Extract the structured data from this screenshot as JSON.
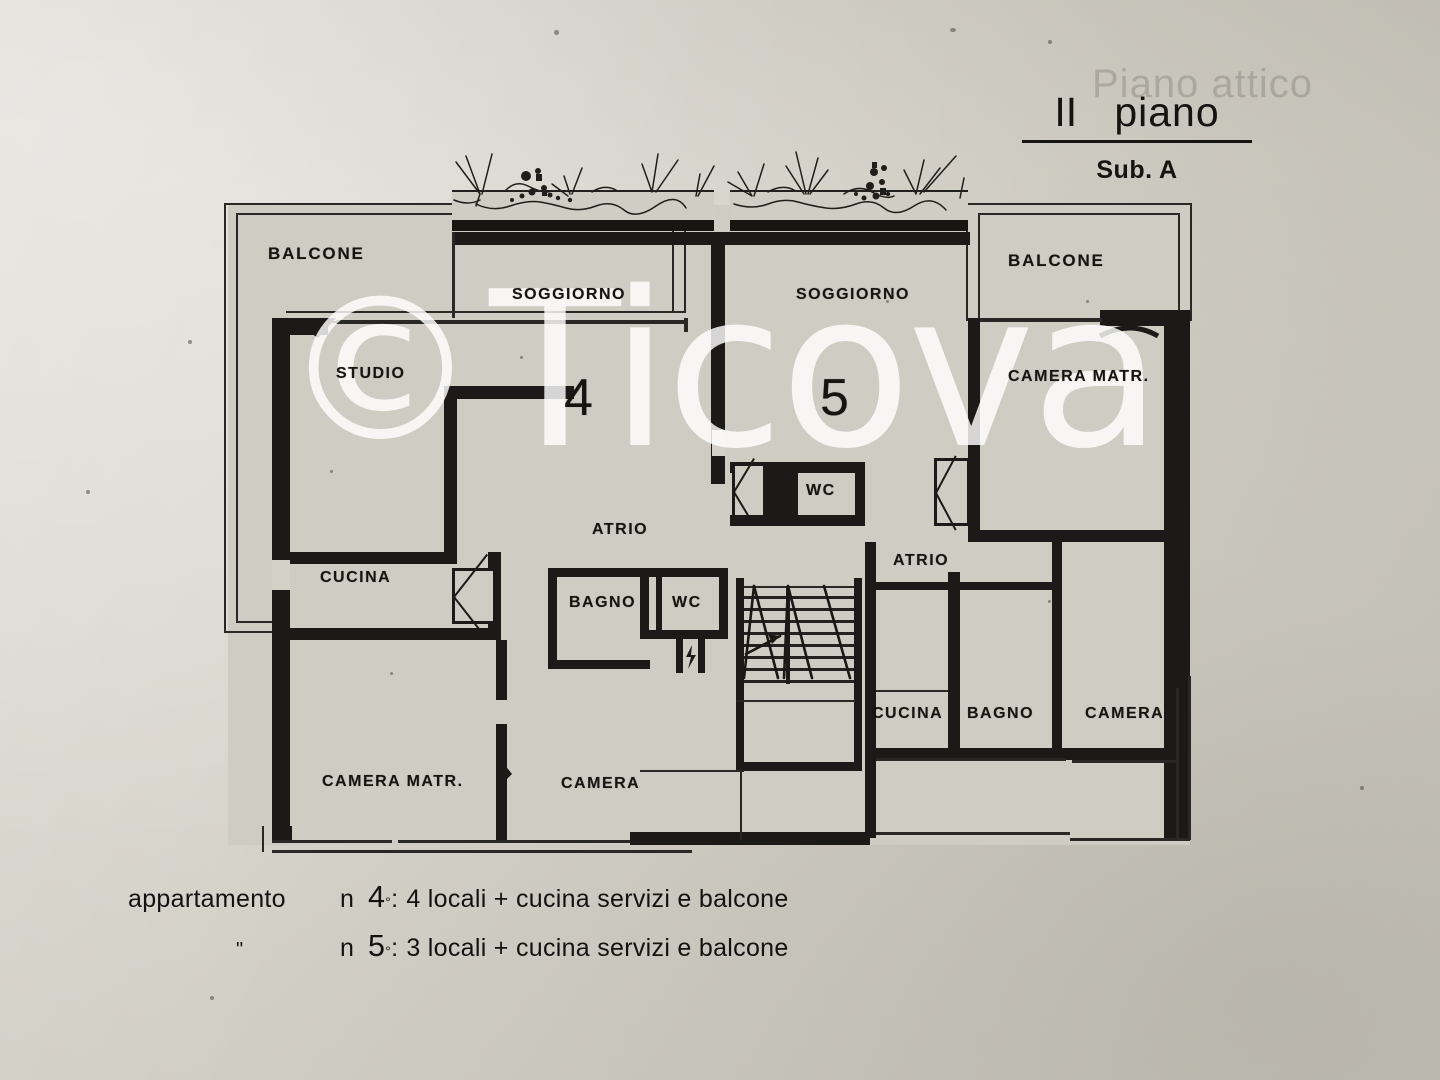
{
  "title": {
    "floor": "II piano",
    "floor_roman": "II",
    "floor_word": "piano",
    "sub": "Sub. A",
    "ghost": "Piano attico"
  },
  "watermark": {
    "copyright_symbol": "©",
    "brand": "Ticova"
  },
  "caption": {
    "lines": [
      {
        "lead": "appartamento",
        "unit_label": "n",
        "unit_number": "4",
        "unit_ordinal": "°",
        "separator": ":",
        "description": "4 locali + cucina  servizi  e  balcone"
      },
      {
        "lead": "\"",
        "unit_label": "n",
        "unit_number": "5",
        "unit_ordinal": "°",
        "separator": ":",
        "description": "3 locali + cucina  servizi  e  balcone"
      }
    ]
  },
  "apartments": [
    {
      "id": "apt-4",
      "number": "4"
    },
    {
      "id": "apt-5",
      "number": "5"
    }
  ],
  "rooms": [
    {
      "id": "balcone-left",
      "label": "BALCONE"
    },
    {
      "id": "studio",
      "label": "STUDIO"
    },
    {
      "id": "cucina-left",
      "label": "CUCINA"
    },
    {
      "id": "camera-matr-left",
      "label": "CAMERA  MATR."
    },
    {
      "id": "camera-left",
      "label": "CAMERA"
    },
    {
      "id": "soggiorno-4",
      "label": "SOGGIORNO"
    },
    {
      "id": "atrio-4",
      "label": "ATRIO"
    },
    {
      "id": "bagno-4",
      "label": "BAGNO"
    },
    {
      "id": "wc-4",
      "label": "WC"
    },
    {
      "id": "soggiorno-5",
      "label": "SOGGIORNO"
    },
    {
      "id": "wc-5",
      "label": "WC"
    },
    {
      "id": "atrio-5",
      "label": "ATRIO"
    },
    {
      "id": "balcone-right",
      "label": "BALCONE"
    },
    {
      "id": "camera-matr-right",
      "label": "CAMERA  MATR."
    },
    {
      "id": "cucina-right",
      "label": "CUCINA"
    },
    {
      "id": "bagno-right",
      "label": "BAGNO"
    },
    {
      "id": "camera-right",
      "label": "CAMERA"
    }
  ],
  "colors": {
    "paper": "#d6d3ca",
    "floor_fill": "#cfccc3",
    "wall": "#1b1a18",
    "ink": "#15140f",
    "watermark": "#ffffff"
  }
}
